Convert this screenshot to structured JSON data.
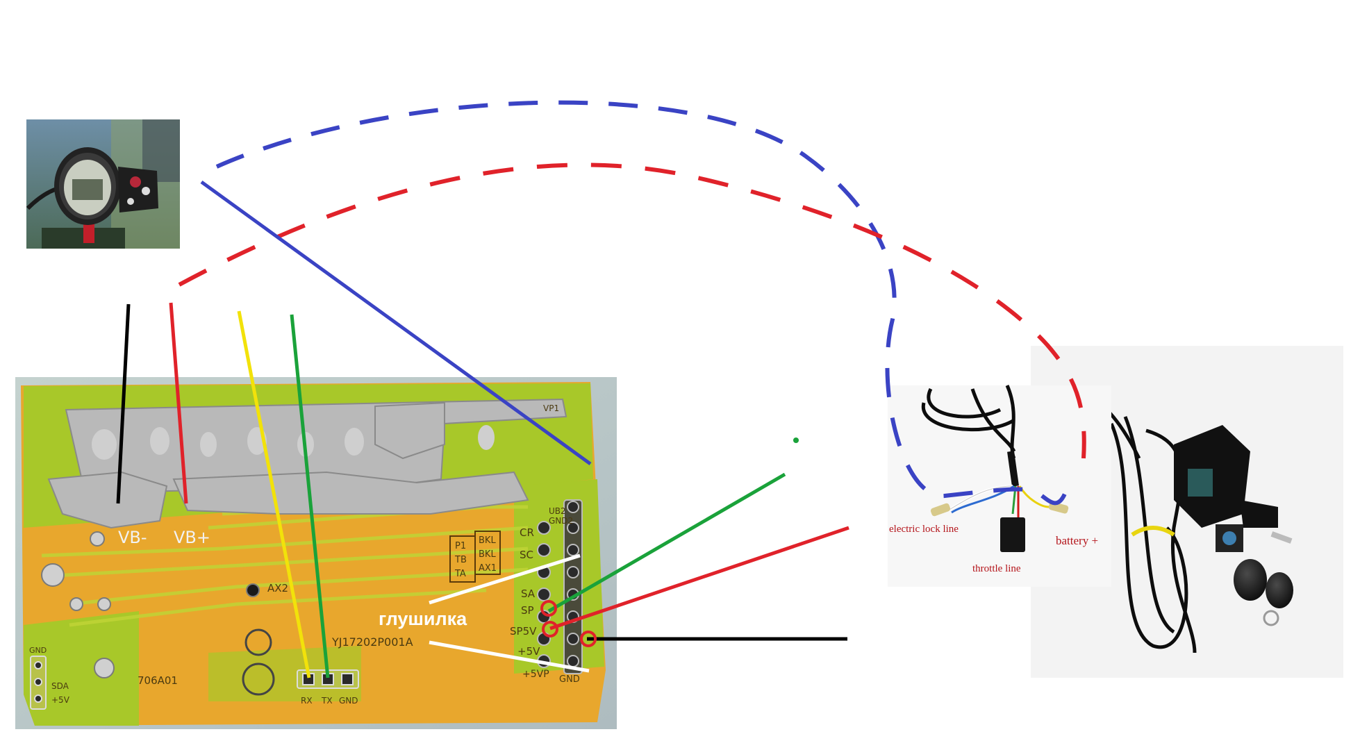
{
  "pcb": {
    "labels": {
      "vb_minus": "VB-",
      "vb_plus": "VB+",
      "cr": "CR",
      "sc": "SC",
      "sa": "SA",
      "sp": "SP",
      "sp5v": "SP5V",
      "plus5v": "+5V",
      "plus5vp": "+5VP",
      "gnd": "GND",
      "ub2": "UB2",
      "gnd2": "GND2",
      "vp1": "VP1",
      "ax2": "AX2",
      "p1": "P1",
      "tb": "TB",
      "ta": "TA",
      "bkl1": "BKL",
      "bkl2": "BKL",
      "ax1": "AX1",
      "rx": "RX",
      "tx": "TX",
      "gnd_uart": "GND",
      "sda": "SDA",
      "plus5v_left": "+5V",
      "gnd_left": "GND",
      "model": "YJ17202P001A",
      "code": "706A01"
    }
  },
  "annotation": {
    "muffler": "глушилка"
  },
  "throttle_photo": {
    "lock_line": "electric lock line",
    "throttle_line": "throttle line",
    "battery": "battery +"
  },
  "colors": {
    "wire_blue": "#3a43c4",
    "wire_red": "#e0222a",
    "wire_green": "#1aa23a",
    "wire_yellow": "#f2e20a",
    "wire_black": "#000000",
    "pcb_orange": "#e8a72d",
    "pcb_green": "#a8c829",
    "solder": "#b9b9b9"
  }
}
